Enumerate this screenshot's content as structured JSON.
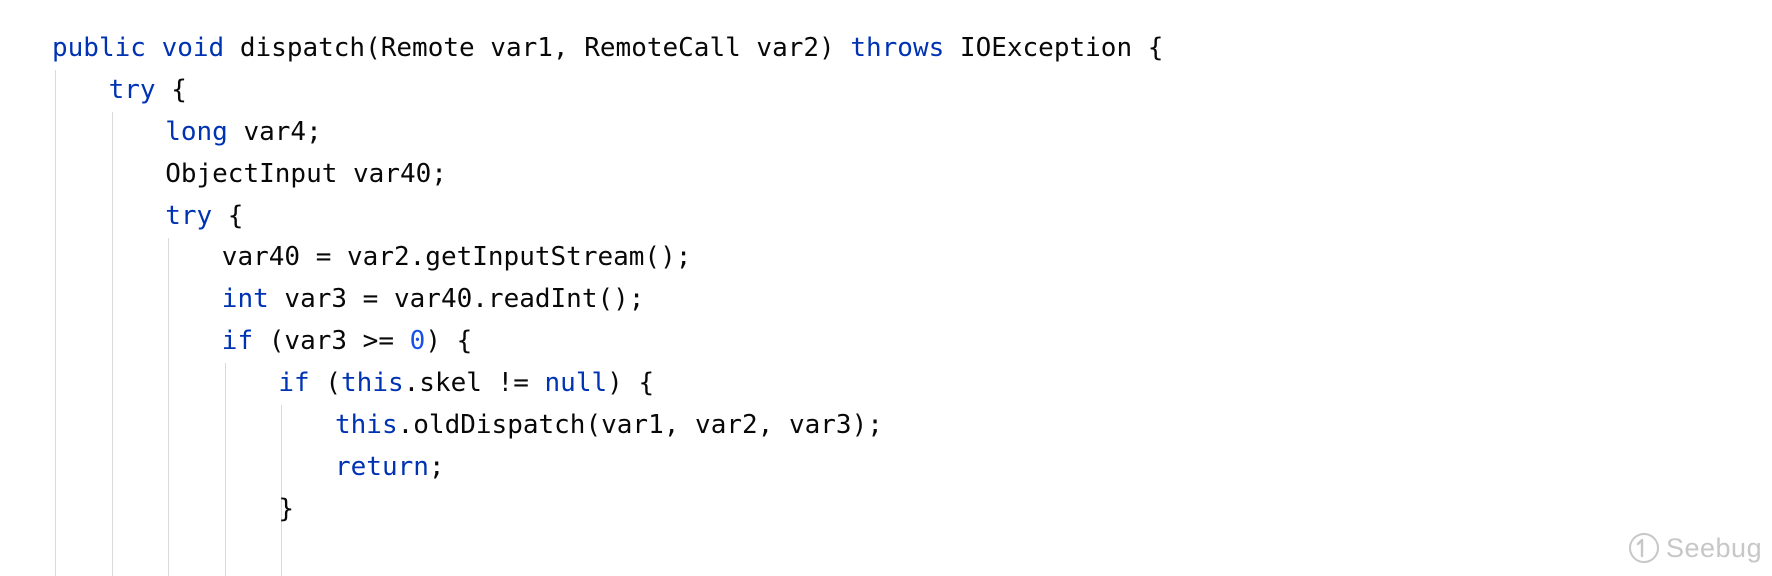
{
  "editor": {
    "colors": {
      "background": "#ffffff",
      "text": "#080808",
      "keyword": "#0033b3",
      "number": "#1750eb",
      "indent_guide": "#d9d9d9"
    },
    "lines": [
      {
        "indent": 0,
        "tokens": [
          {
            "t": "kw",
            "v": "public"
          },
          {
            "t": "plain",
            "v": " "
          },
          {
            "t": "kw",
            "v": "void"
          },
          {
            "t": "plain",
            "v": " dispatch(Remote var1, RemoteCall var2) "
          },
          {
            "t": "kw",
            "v": "throws"
          },
          {
            "t": "plain",
            "v": " IOException {"
          }
        ]
      },
      {
        "indent": 1,
        "tokens": [
          {
            "t": "kw",
            "v": "try"
          },
          {
            "t": "plain",
            "v": " {"
          }
        ]
      },
      {
        "indent": 2,
        "tokens": [
          {
            "t": "kw",
            "v": "long"
          },
          {
            "t": "plain",
            "v": " var4;"
          }
        ]
      },
      {
        "indent": 2,
        "tokens": [
          {
            "t": "plain",
            "v": "ObjectInput var40;"
          }
        ]
      },
      {
        "indent": 2,
        "tokens": [
          {
            "t": "kw",
            "v": "try"
          },
          {
            "t": "plain",
            "v": " {"
          }
        ]
      },
      {
        "indent": 3,
        "tokens": [
          {
            "t": "plain",
            "v": "var40 = var2.getInputStream();"
          }
        ]
      },
      {
        "indent": 3,
        "tokens": [
          {
            "t": "kw",
            "v": "int"
          },
          {
            "t": "plain",
            "v": " var3 = var40.readInt();"
          }
        ]
      },
      {
        "indent": 3,
        "tokens": [
          {
            "t": "kw",
            "v": "if"
          },
          {
            "t": "plain",
            "v": " (var3 >= "
          },
          {
            "t": "num",
            "v": "0"
          },
          {
            "t": "plain",
            "v": ") {"
          }
        ]
      },
      {
        "indent": 4,
        "tokens": [
          {
            "t": "kw",
            "v": "if"
          },
          {
            "t": "plain",
            "v": " ("
          },
          {
            "t": "kw",
            "v": "this"
          },
          {
            "t": "plain",
            "v": ".skel != "
          },
          {
            "t": "kw",
            "v": "null"
          },
          {
            "t": "plain",
            "v": ") {"
          }
        ]
      },
      {
        "indent": 5,
        "tokens": [
          {
            "t": "kw",
            "v": "this"
          },
          {
            "t": "plain",
            "v": ".oldDispatch(var1, var2, var3);"
          }
        ]
      },
      {
        "indent": 5,
        "tokens": [
          {
            "t": "kw",
            "v": "return"
          },
          {
            "t": "plain",
            "v": ";"
          }
        ]
      },
      {
        "indent": 4,
        "tokens": [
          {
            "t": "plain",
            "v": "}"
          }
        ]
      },
      {
        "indent": 0,
        "tokens": []
      }
    ]
  },
  "watermark": {
    "text": "Seebug",
    "icon": "seebug-logo-icon"
  }
}
